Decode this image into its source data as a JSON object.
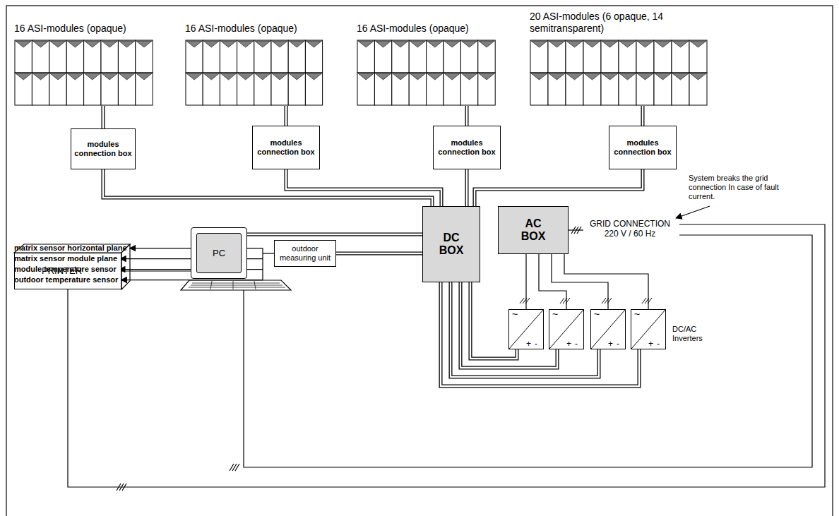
{
  "diagram": {
    "nodes": [
      {
        "text": [
          "16 ASI-modules (opaque)"
        ]
      },
      {
        "text": [
          "16 ASI-modules (opaque)"
        ]
      },
      {
        "text": [
          "16 ASI-modules (opaque)"
        ]
      },
      {
        "text": [
          "20 ASI-modules (6 opaque, 14 semitransparent)"
        ]
      },
      {
        "text": [
          "modules connection box"
        ]
      },
      {
        "text": [
          "modules connection box"
        ]
      },
      {
        "text": [
          "modules connection box"
        ]
      },
      {
        "text": [
          "modules connection box"
        ]
      },
      {
        "text": [
          "outdoor measuring unit"
        ]
      },
      {
        "text": [
          "DC BOX"
        ]
      },
      {
        "text": [
          "AC BOX"
        ]
      },
      {
        "text": [
          "PC"
        ]
      },
      {
        "text": [
          "PRINTER"
        ]
      },
      {
        "text": [
          "~",
          "+",
          "-"
        ]
      },
      {
        "text": [
          "~",
          "+",
          "-"
        ]
      },
      {
        "text": [
          "~",
          "+",
          "-"
        ]
      },
      {
        "text": [
          "~",
          "+",
          "-"
        ]
      }
    ],
    "edges": [
      {
        "from": 0,
        "to": 4,
        "arrow": "none"
      },
      {
        "from": 1,
        "to": 5,
        "arrow": "none"
      },
      {
        "from": 2,
        "to": 6,
        "arrow": "none"
      },
      {
        "from": 3,
        "to": 7,
        "arrow": "none"
      },
      {
        "from": 4,
        "to": 9,
        "arrow": "none"
      },
      {
        "from": 5,
        "to": 9,
        "arrow": "none"
      },
      {
        "from": 6,
        "to": 9,
        "arrow": "none"
      },
      {
        "from": 7,
        "to": 9,
        "arrow": "none"
      },
      {
        "from": 8,
        "to": 9,
        "arrow": "none"
      },
      {
        "from": 11,
        "to": 9,
        "arrow": "none"
      },
      {
        "from": 11,
        "to": 12,
        "arrow": "none"
      },
      {
        "from": 9,
        "to": 13,
        "arrow": "none"
      },
      {
        "from": 9,
        "to": 14,
        "arrow": "none"
      },
      {
        "from": 9,
        "to": 15,
        "arrow": "none"
      },
      {
        "from": 9,
        "to": 16,
        "arrow": "none"
      },
      {
        "from": 10,
        "to": 13,
        "arrow": "none"
      },
      {
        "from": 10,
        "to": 14,
        "arrow": "none"
      },
      {
        "from": 10,
        "to": 15,
        "arrow": "none"
      },
      {
        "from": 10,
        "to": 16,
        "arrow": "none"
      }
    ],
    "labels": [
      "matrix sensor horizontal plane",
      "matrix sensor module plane",
      "module temperature sensor",
      "outdoor temperature sensor",
      "System breaks the grid connection In case of fault current.",
      "GRID CONNECTION 220 V / 60 Hz",
      "DC/AC Inverters"
    ]
  }
}
